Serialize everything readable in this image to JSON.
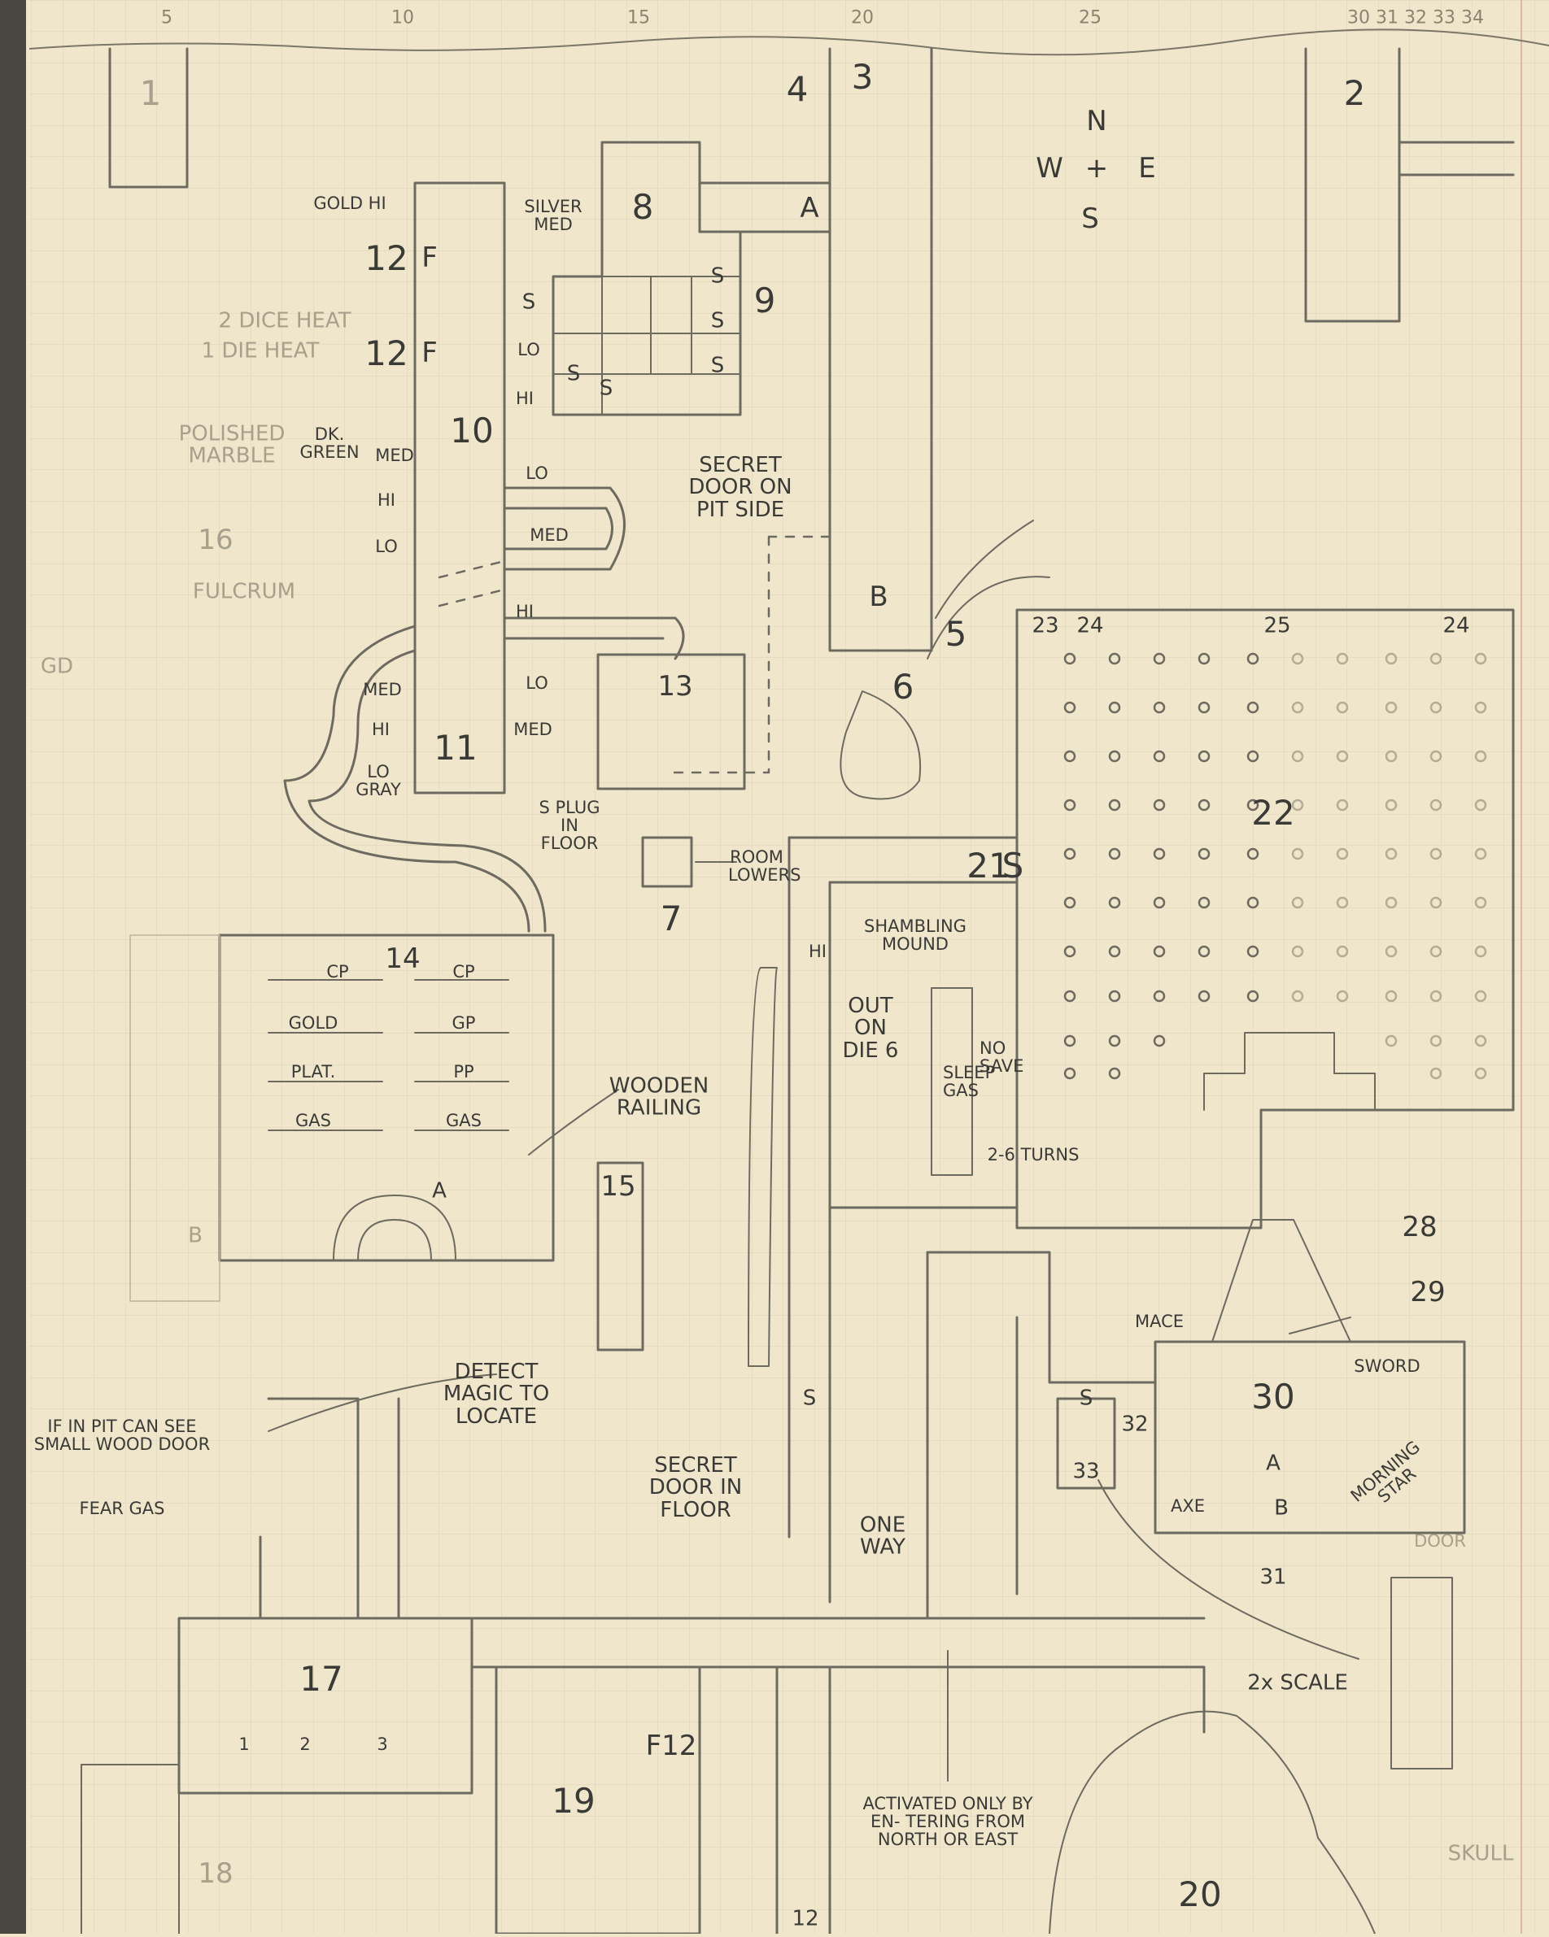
{
  "column_ruler": [
    "5",
    "10",
    "15",
    "20",
    "25",
    "30 31 32 33 34"
  ],
  "compass": {
    "n": "N",
    "w": "W",
    "e": "E",
    "s": "S"
  },
  "rooms": [
    "1",
    "2",
    "3",
    "4",
    "5",
    "6",
    "7",
    "8",
    "9",
    "10",
    "11",
    "12",
    "13",
    "14",
    "15",
    "16",
    "17",
    "18",
    "19",
    "20",
    "21",
    "22",
    "23",
    "24",
    "25",
    "28",
    "29",
    "30",
    "31",
    "32",
    "33"
  ],
  "corridor_letters": [
    "A",
    "B",
    "A",
    "B",
    "A",
    "B"
  ],
  "door_marks": [
    "S",
    "S",
    "S",
    "S",
    "S",
    "S",
    "S",
    "S",
    "S",
    "F",
    "F",
    "F"
  ],
  "annotations": {
    "gold_hi": "GOLD HI",
    "silver_med": "SILVER MED",
    "sleep_heat_1": "2 DICE HEAT",
    "sleep_heat_2": "1 DIE HEAT",
    "polished_marble": "POLISHED MARBLE",
    "fulcrum": "FULCRUM",
    "dk_green": "DK. GREEN",
    "lo_gray": "LO GRAY",
    "secret_door_pit": "SECRET DOOR ON PIT SIDE",
    "plug_in_floor": "S PLUG IN FLOOR",
    "room_lowers": "ROOM LOWERS",
    "shambling_mound": "SHAMBLING MOUND",
    "out_on_die": "OUT ON DIE 6",
    "sleep_gas": "SLEEP GAS",
    "no_save": "NO SAVE",
    "turns": "2-6 TURNS",
    "wooden_railing": "WOODEN RAILING",
    "detect_magic": "DETECT MAGIC TO LOCATE",
    "pit_small_door": "IF IN PIT CAN SEE SMALL WOOD DOOR",
    "fear_gas": "FEAR GAS",
    "secret_door_floor": "SECRET DOOR IN FLOOR",
    "one_way": "ONE WAY",
    "activated": "ACTIVATED ONLY BY EN- TERING FROM NORTH OR EAST",
    "mace": "MACE",
    "sword": "SWORD",
    "axe": "AXE",
    "morning_star": "MORNING STAR",
    "two_x_scale": "2x SCALE",
    "skull": "SKULL",
    "door": "DOOR",
    "gd": "GD",
    "twelve_f": "F12",
    "twelve_bottom": "12"
  },
  "levels": [
    "HI",
    "MED",
    "LO",
    "HI",
    "LO",
    "MED",
    "HI",
    "LO",
    "MED",
    "HI",
    "MED",
    "LO"
  ],
  "vault_labels": [
    "GOLD",
    "GP",
    "PLAT.",
    "PP",
    "GAS",
    "GAS",
    "CP"
  ],
  "circle_numbers": [
    "1",
    "2",
    "3"
  ],
  "colors": {
    "paper": "#efe6cc",
    "pencil": "#6d6a60",
    "grid": "#dcd2b6",
    "margin": "#d8b8a0"
  }
}
